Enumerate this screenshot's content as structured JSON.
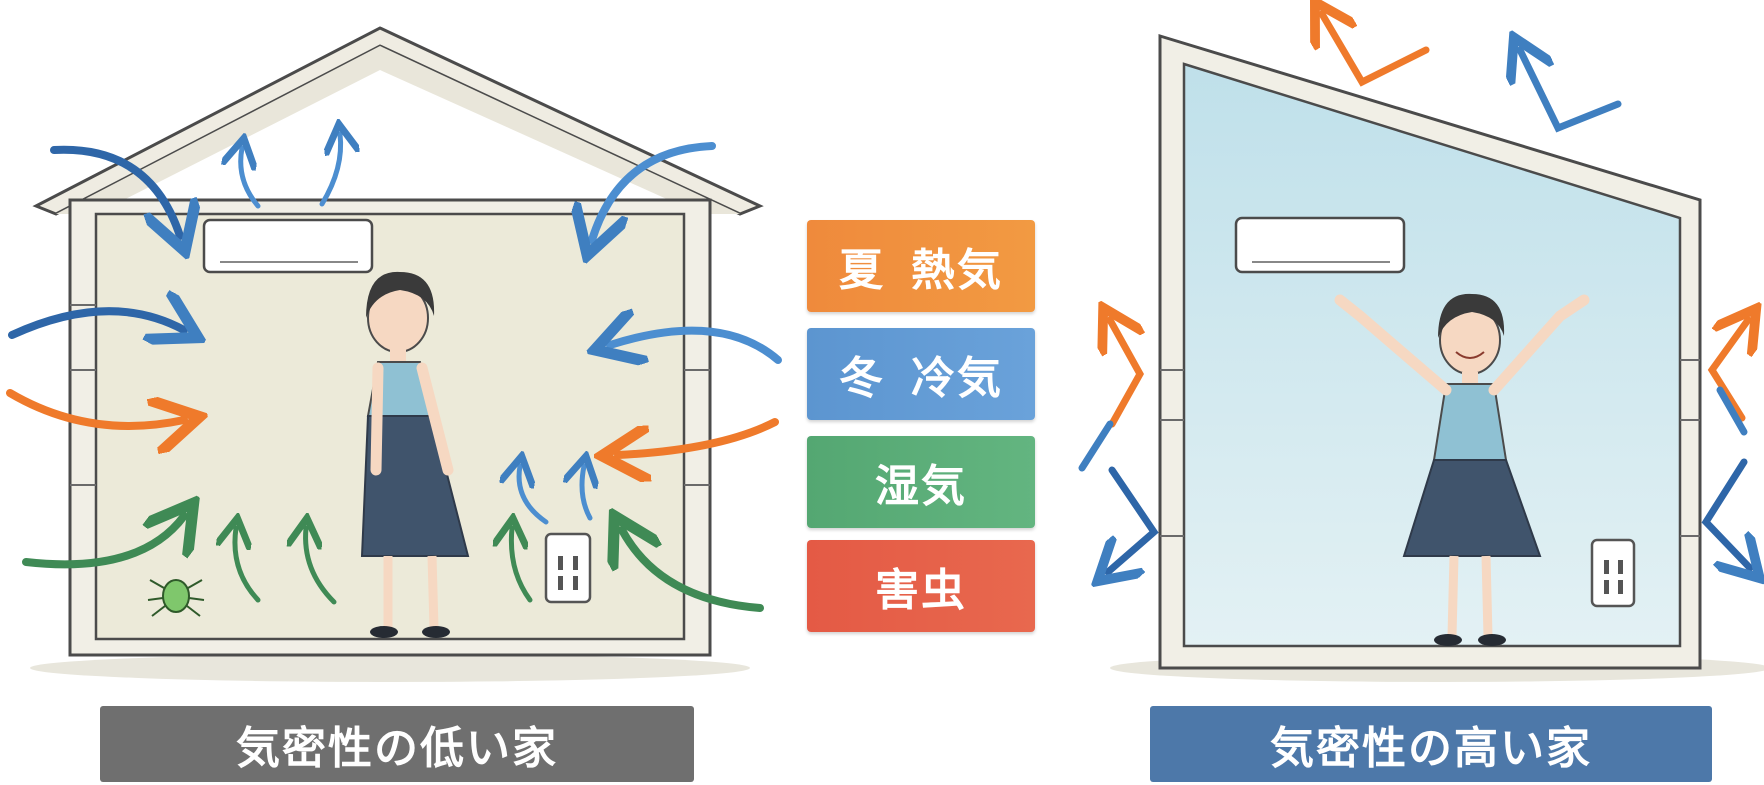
{
  "legend": {
    "summer": {
      "label": "夏",
      "detail": "熱気",
      "color": "#f0903f"
    },
    "winter": {
      "label": "冬",
      "detail": "冷気",
      "color": "#629cd5"
    },
    "humidity": {
      "label": "湿気",
      "color": "#5aae79"
    },
    "pests": {
      "label": "害虫",
      "color": "#e6614a"
    }
  },
  "captions": {
    "low_airtight": "気密性の低い家",
    "high_airtight": "気密性の高い家"
  },
  "colors": {
    "low_caption_bg": "#6f6f6f",
    "high_caption_bg": "#4d78a9",
    "arrow_blue": "#3f7fc0",
    "arrow_orange": "#ef7a2b",
    "arrow_green": "#3f8a55"
  }
}
